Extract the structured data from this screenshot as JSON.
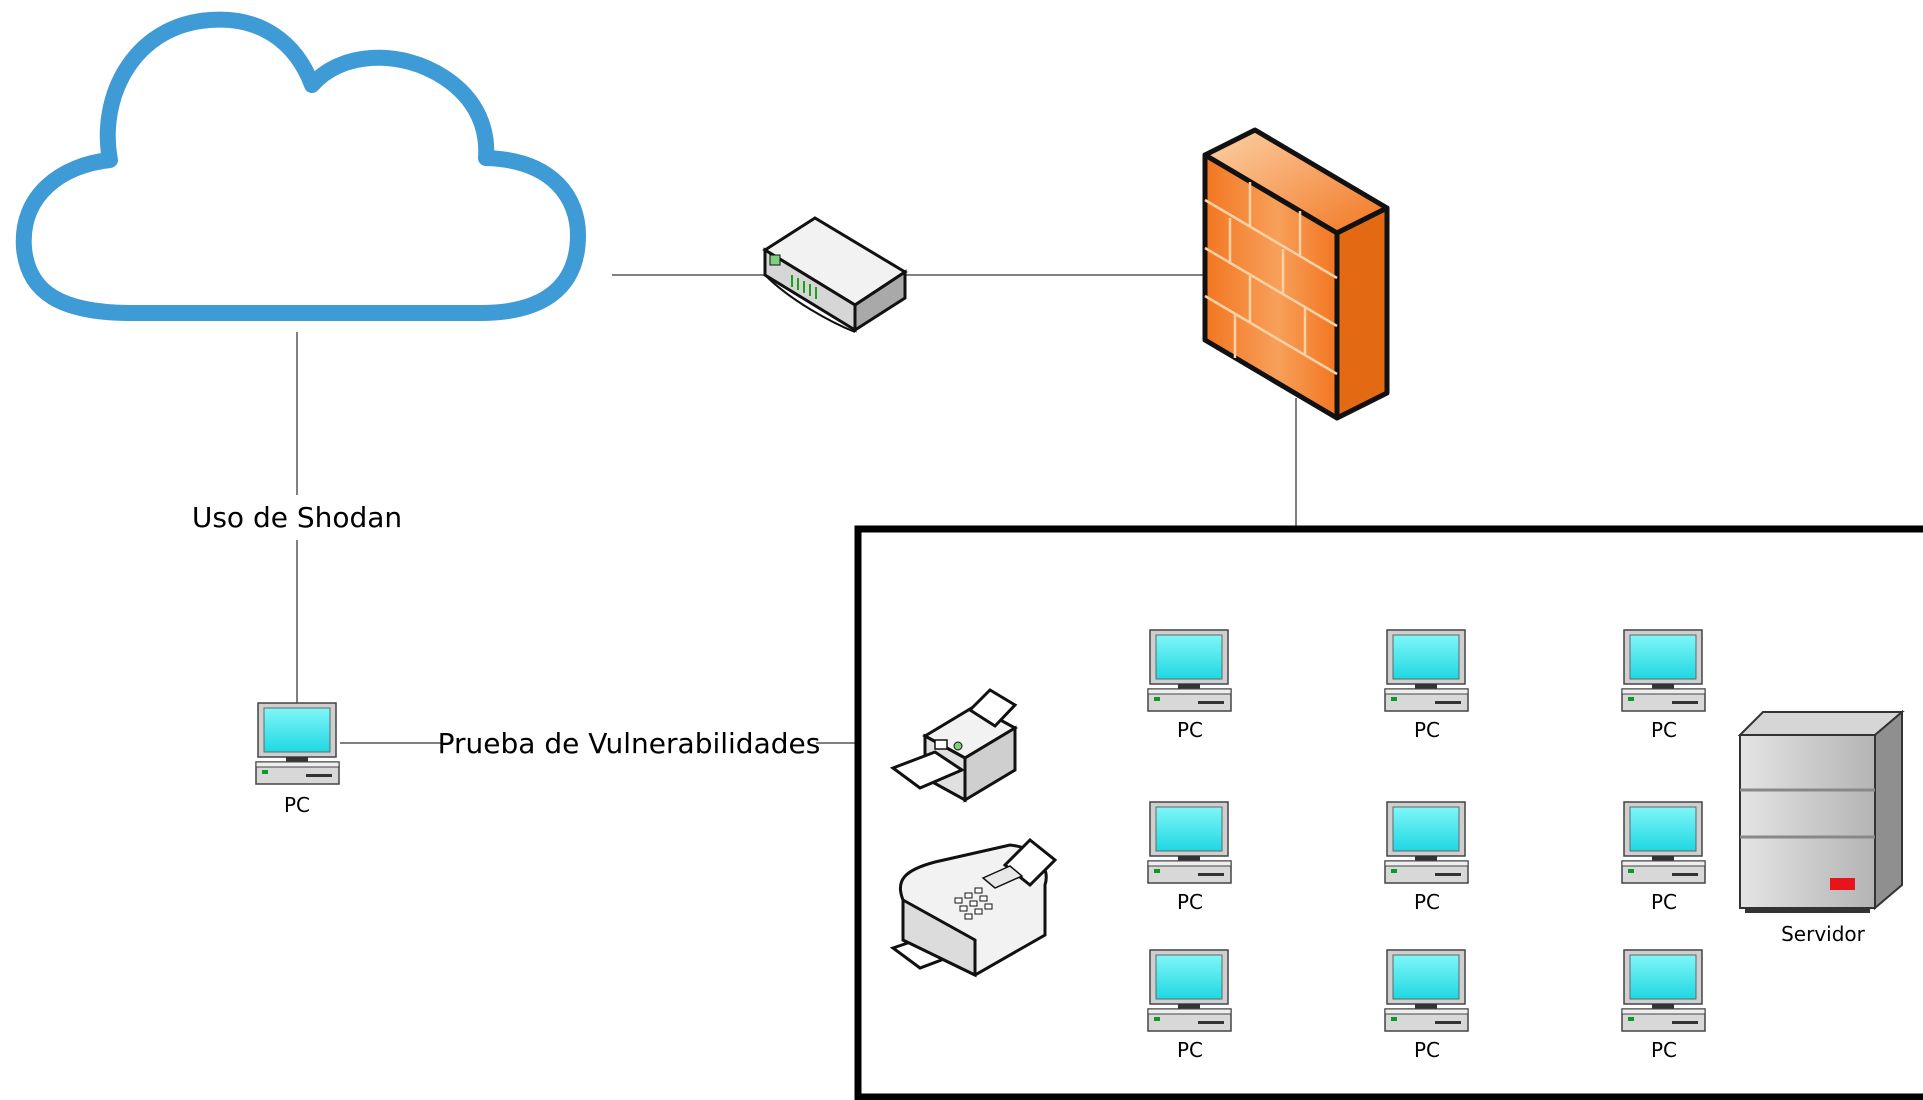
{
  "labels": {
    "shodan": "Uso de Shodan",
    "vuln_test": "Prueba de Vulnerabilidades",
    "attacker_pc": "PC",
    "server": "Servidor"
  },
  "pcs": [
    {
      "label": "PC"
    },
    {
      "label": "PC"
    },
    {
      "label": "PC"
    },
    {
      "label": "PC"
    },
    {
      "label": "PC"
    },
    {
      "label": "PC"
    },
    {
      "label": "PC"
    },
    {
      "label": "PC"
    },
    {
      "label": "PC"
    }
  ],
  "icons": {
    "cloud": "cloud-icon",
    "modem": "modem-icon",
    "firewall": "firewall-icon",
    "printer": "printer-icon",
    "fax": "fax-icon",
    "server": "server-icon",
    "pc": "pc-icon"
  },
  "colors": {
    "cloud": "#3f9bd6",
    "firewall_orange": "#f4832e",
    "firewall_light": "#fbb57a",
    "monitor_screen": "#2de3ea",
    "server_gray": "#c8c8c8",
    "server_led": "#e8141c"
  }
}
